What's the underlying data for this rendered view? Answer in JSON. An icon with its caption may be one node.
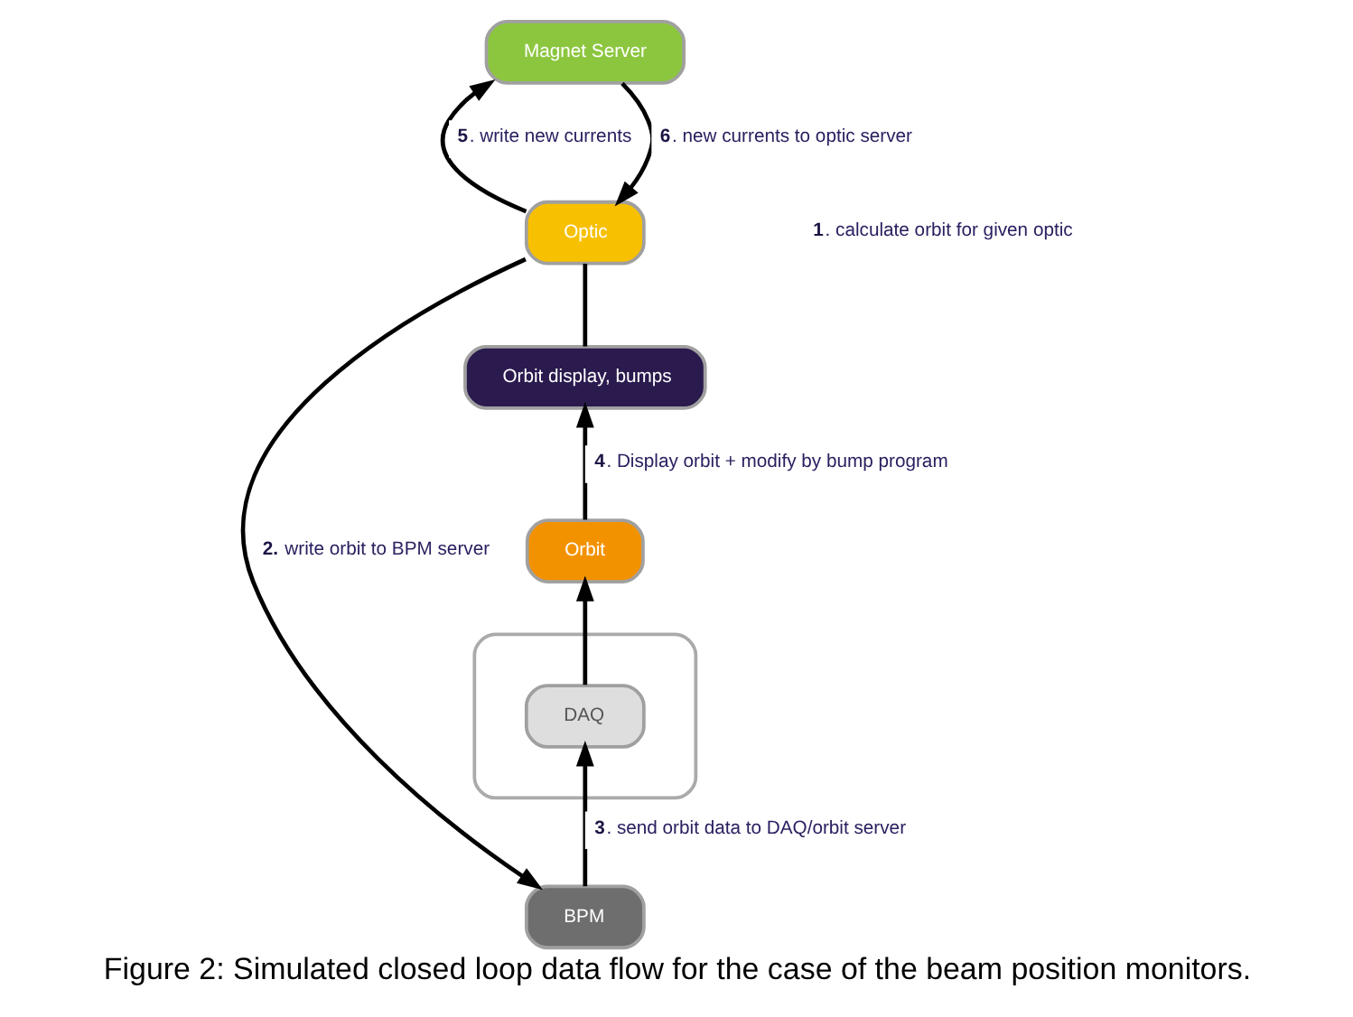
{
  "diagram": {
    "caption": "Figure 2: Simulated closed loop data flow for the case of the beam position monitors.",
    "nodes": [
      {
        "text": [
          "Orbit display, bumps"
        ]
      },
      {
        "text": [
          "Optic"
        ]
      },
      {
        "text": [],
        "shape": "ellipse"
      },
      {
        "text": [
          "Orbit"
        ]
      },
      {
        "text": [
          "DAQ"
        ],
        "in": 2
      },
      {
        "text": [
          "Magnet Server"
        ]
      },
      {
        "text": [
          "BPM"
        ]
      }
    ],
    "edges": [
      {
        "from": 0,
        "to": 1,
        "arrow": "none"
      },
      {
        "from": 1,
        "to": 6,
        "arrow": "to",
        "label": "**2.** write orbit to BPM server"
      },
      {
        "from": 6,
        "to": 4,
        "arrow": "to",
        "label": "**3**. send orbit data to DAQ/orbit server"
      },
      {
        "from": 4,
        "to": 3,
        "arrow": "to"
      },
      {
        "from": 3,
        "to": 0,
        "arrow": "to",
        "label": "**4**. Display orbit + modify by bump program"
      },
      {
        "from": 1,
        "to": 5,
        "arrow": "to",
        "label": "**5**. write new currents"
      },
      {
        "from": 5,
        "to": 1,
        "arrow": "to",
        "label": "**6**. new currents to optic server"
      }
    ],
    "labels": [
      "**1**. calculate orbit for given optic"
    ]
  }
}
